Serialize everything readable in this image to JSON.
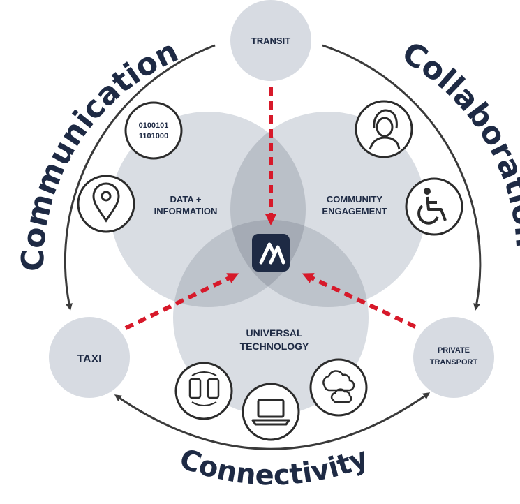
{
  "colors": {
    "navy": "#1e2a44",
    "circle_light": "#d7dbe2",
    "circle_mid": "#b8bfcb",
    "overlap": "#9aa2b0",
    "core": "#7e8796",
    "arrow_red": "#d7192a",
    "cycle_arrow": "#3a3a3a"
  },
  "arc_words": {
    "top_left": "Communication",
    "top_right": "Collaboration",
    "bottom": "Connectivity"
  },
  "nodes": {
    "transit": "TRANSIT",
    "taxi": "TAXI",
    "private_line1": "PRIVATE",
    "private_line2": "TRANSPORT"
  },
  "circles": {
    "data_line1": "DATA +",
    "data_line2": "INFORMATION",
    "community_line1": "COMMUNITY",
    "community_line2": "ENGAGEMENT",
    "universal_line1": "UNIVERSAL",
    "universal_line2": "TECHNOLOGY"
  },
  "binary": {
    "line1": "0100101",
    "line2": "1101000"
  },
  "icons": [
    "binary-icon",
    "location-pin-icon",
    "person-icon",
    "wheelchair-icon",
    "phones-sync-icon",
    "laptop-icon",
    "cloud-icon",
    "app-logo-icon"
  ]
}
